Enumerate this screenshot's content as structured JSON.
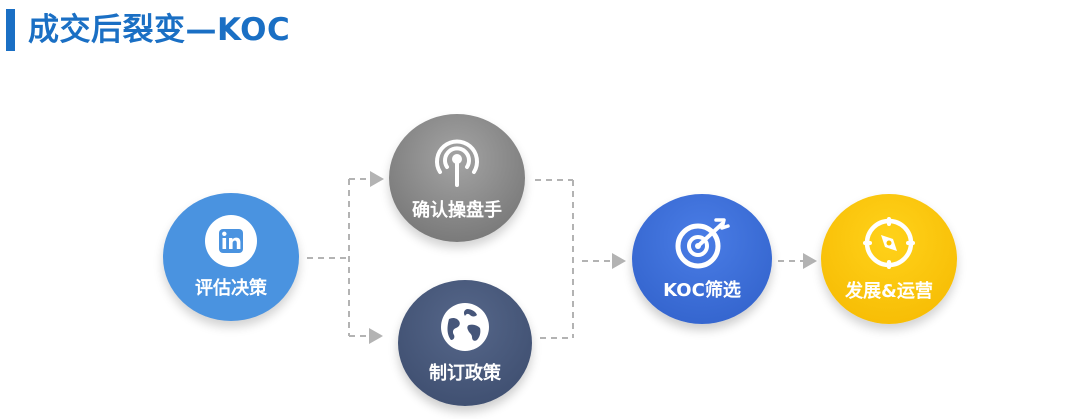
{
  "page": {
    "title": "成交后裂变—KOC",
    "accent": "#1a6fc4"
  },
  "nodes": {
    "evaluate": {
      "label": "评估决策",
      "icon": "linkedin-icon",
      "color": "#4a93e0"
    },
    "confirm": {
      "label": "确认操盘手",
      "icon": "signal-broadcast-icon",
      "color": "#8c8c8c"
    },
    "policy": {
      "label": "制订政策",
      "icon": "globe-icon",
      "color": "#46567a"
    },
    "koc": {
      "label": "KOC筛选",
      "icon": "target-icon",
      "color": "#3b6fd6"
    },
    "ops": {
      "label": "发展&运营",
      "icon": "compass-icon",
      "color": "#fcc200"
    }
  }
}
